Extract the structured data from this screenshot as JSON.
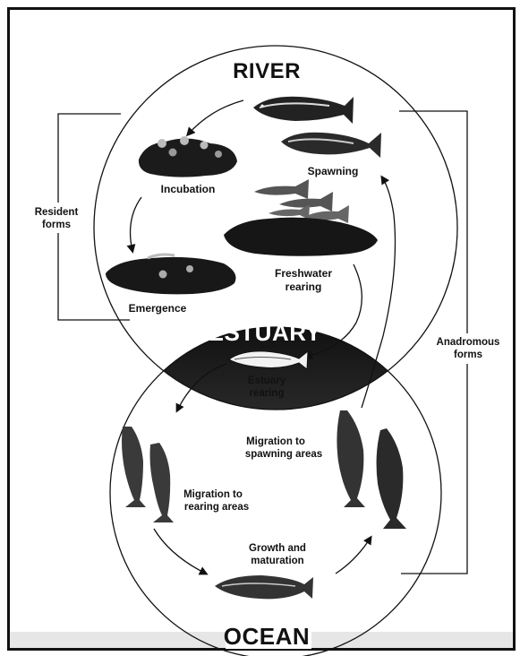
{
  "titles": {
    "river": "RIVER",
    "estuary": "ESTUARY",
    "ocean": "OCEAN"
  },
  "stages": {
    "spawning": "Spawning",
    "incubation": "Incubation",
    "freshwater_rearing_1": "Freshwater",
    "freshwater_rearing_2": "rearing",
    "emergence": "Emergence",
    "estuary_rearing_1": "Estuary",
    "estuary_rearing_2": "rearing",
    "migration_spawning_1": "Migration to",
    "migration_spawning_2": "spawning areas",
    "migration_rearing_1": "Migration to",
    "migration_rearing_2": "rearing areas",
    "growth_1": "Growth and",
    "growth_2": "maturation"
  },
  "brackets": {
    "resident_1": "Resident",
    "resident_2": "forms",
    "anadromous_1": "Anadromous",
    "anadromous_2": "forms"
  },
  "colors": {
    "ink": "#111111",
    "estuary_dark": "#1a1a1a",
    "estuary_light": "#d8d8d8"
  }
}
